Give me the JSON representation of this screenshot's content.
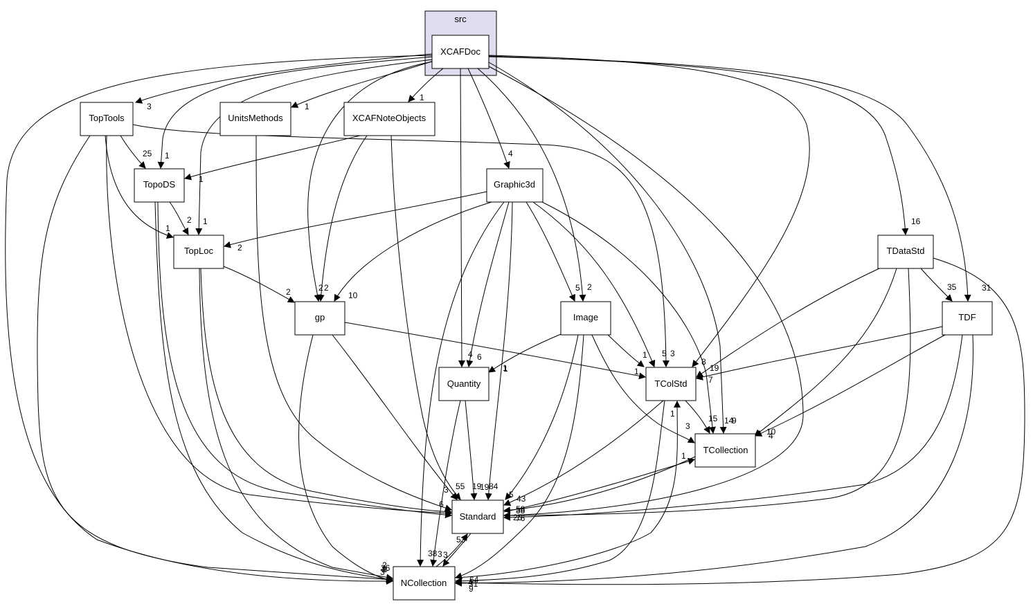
{
  "cluster": {
    "label": "src"
  },
  "focus": {
    "id": "XCAFDoc",
    "label": "XCAFDoc"
  },
  "nodes": [
    {
      "id": "TopTools",
      "label": "TopTools"
    },
    {
      "id": "UnitsMethods",
      "label": "UnitsMethods"
    },
    {
      "id": "XCAFNoteObjects",
      "label": "XCAFNoteObjects"
    },
    {
      "id": "TopoDS",
      "label": "TopoDS"
    },
    {
      "id": "Graphic3d",
      "label": "Graphic3d"
    },
    {
      "id": "TopLoc",
      "label": "TopLoc"
    },
    {
      "id": "TDataStd",
      "label": "TDataStd"
    },
    {
      "id": "gp",
      "label": "gp"
    },
    {
      "id": "Image",
      "label": "Image"
    },
    {
      "id": "TDF",
      "label": "TDF"
    },
    {
      "id": "Quantity",
      "label": "Quantity"
    },
    {
      "id": "TColStd",
      "label": "TColStd"
    },
    {
      "id": "TCollection",
      "label": "TCollection"
    },
    {
      "id": "Standard",
      "label": "Standard"
    },
    {
      "id": "NCollection",
      "label": "NCollection"
    }
  ],
  "edges": [
    {
      "from": "XCAFDoc",
      "to": "TopTools",
      "label": "3"
    },
    {
      "from": "XCAFDoc",
      "to": "UnitsMethods",
      "label": "1"
    },
    {
      "from": "XCAFDoc",
      "to": "XCAFNoteObjects",
      "label": "1"
    },
    {
      "from": "XCAFDoc",
      "to": "TopoDS",
      "label": "1"
    },
    {
      "from": "XCAFDoc",
      "to": "Graphic3d",
      "label": "4"
    },
    {
      "from": "XCAFDoc",
      "to": "TopLoc",
      "label": "1"
    },
    {
      "from": "XCAFDoc",
      "to": "TDataStd",
      "label": "16"
    },
    {
      "from": "XCAFDoc",
      "to": "gp",
      "label": "2"
    },
    {
      "from": "XCAFDoc",
      "to": "Image",
      "label": "2"
    },
    {
      "from": "XCAFDoc",
      "to": "TDF",
      "label": "31"
    },
    {
      "from": "XCAFDoc",
      "to": "Quantity",
      "label": "4"
    },
    {
      "from": "XCAFDoc",
      "to": "TColStd",
      "label": "8"
    },
    {
      "from": "XCAFDoc",
      "to": "TCollection",
      "label": "9"
    },
    {
      "from": "XCAFDoc",
      "to": "Standard",
      "label": "38"
    },
    {
      "from": "XCAFDoc",
      "to": "NCollection",
      "label": "26"
    },
    {
      "from": "TopTools",
      "to": "TopoDS",
      "label": "25"
    },
    {
      "from": "TopTools",
      "to": "TopLoc",
      "label": "1"
    },
    {
      "from": "TopTools",
      "to": "TColStd",
      "label": "3"
    },
    {
      "from": "TopTools",
      "to": "Standard",
      "label": "55"
    },
    {
      "from": "TopTools",
      "to": "NCollection",
      "label": "3"
    },
    {
      "from": "UnitsMethods",
      "to": "Standard",
      "label": "3"
    },
    {
      "from": "XCAFNoteObjects",
      "to": "TopoDS",
      "label": "1"
    },
    {
      "from": "XCAFNoteObjects",
      "to": "gp",
      "label": "2"
    },
    {
      "from": "XCAFNoteObjects",
      "to": "Standard",
      "label": "19"
    },
    {
      "from": "TopoDS",
      "to": "TopLoc",
      "label": "2"
    },
    {
      "from": "TopoDS",
      "to": "Standard",
      "label": "84"
    },
    {
      "from": "TopoDS",
      "to": "NCollection",
      "label": "2"
    },
    {
      "from": "Graphic3d",
      "to": "TopLoc",
      "label": "2"
    },
    {
      "from": "Graphic3d",
      "to": "gp",
      "label": "10"
    },
    {
      "from": "Graphic3d",
      "to": "Image",
      "label": "5"
    },
    {
      "from": "Graphic3d",
      "to": "Quantity",
      "label": "6"
    },
    {
      "from": "Graphic3d",
      "to": "TColStd",
      "label": "5"
    },
    {
      "from": "Graphic3d",
      "to": "TCollection",
      "label": "14"
    },
    {
      "from": "Graphic3d",
      "to": "Standard",
      "label": "1"
    },
    {
      "from": "Graphic3d",
      "to": "NCollection",
      "label": "38"
    },
    {
      "from": "TopLoc",
      "to": "gp",
      "label": "2"
    },
    {
      "from": "TopLoc",
      "to": "Standard",
      "label": "6"
    },
    {
      "from": "TopLoc",
      "to": "NCollection",
      "label": "8"
    },
    {
      "from": "TDataStd",
      "to": "TDF",
      "label": "35"
    },
    {
      "from": "TDataStd",
      "to": "TColStd",
      "label": "19"
    },
    {
      "from": "TDataStd",
      "to": "TCollection",
      "label": "10"
    },
    {
      "from": "TDataStd",
      "to": "Standard",
      "label": "58"
    },
    {
      "from": "TDataStd",
      "to": "NCollection",
      "label": "4"
    },
    {
      "from": "gp",
      "to": "TColStd",
      "label": "1"
    },
    {
      "from": "gp",
      "to": "Standard",
      "label": "9"
    },
    {
      "from": "gp",
      "to": "NCollection",
      "label": "3"
    },
    {
      "from": "Image",
      "to": "Quantity",
      "label": "1"
    },
    {
      "from": "Image",
      "to": "TColStd",
      "label": "1"
    },
    {
      "from": "Image",
      "to": "TCollection",
      "label": "3"
    },
    {
      "from": "Image",
      "to": "Standard",
      "label": "5"
    },
    {
      "from": "Image",
      "to": "NCollection",
      "label": "9"
    },
    {
      "from": "TDF",
      "to": "TColStd",
      "label": "7"
    },
    {
      "from": "TDF",
      "to": "TCollection",
      "label": "4"
    },
    {
      "from": "TDF",
      "to": "Standard",
      "label": "76"
    },
    {
      "from": "TDF",
      "to": "NCollection",
      "label": "31"
    },
    {
      "from": "Quantity",
      "to": "Standard",
      "label": "19"
    },
    {
      "from": "Quantity",
      "to": "NCollection",
      "label": "3"
    },
    {
      "from": "TColStd",
      "to": "TCollection",
      "label": "15"
    },
    {
      "from": "TColStd",
      "to": "Standard",
      "label": "43"
    },
    {
      "from": "TColStd",
      "to": "NCollection",
      "label": "64"
    },
    {
      "from": "TCollection",
      "to": "Standard",
      "label": "25"
    },
    {
      "from": "Standard",
      "to": "TCollection",
      "label": "1"
    },
    {
      "from": "Standard",
      "to": "NCollection",
      "label": "3"
    },
    {
      "from": "NCollection",
      "to": "Standard",
      "label": "53"
    },
    {
      "from": "NCollection",
      "to": "TColStd",
      "label": "1"
    }
  ]
}
